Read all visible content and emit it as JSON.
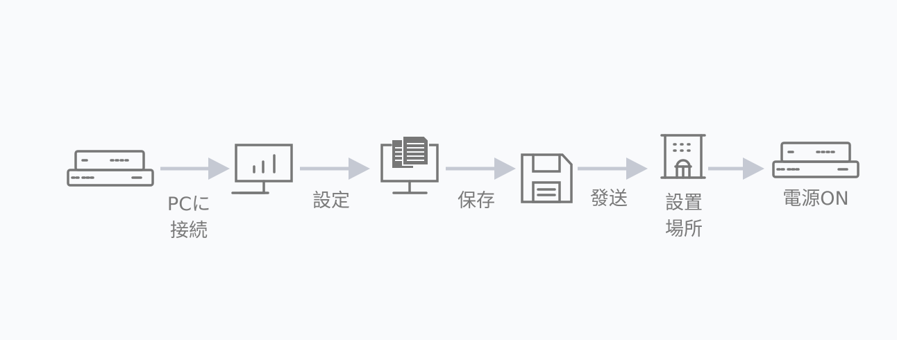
{
  "colors": {
    "icon": "#777777",
    "arrow": "#c5c9d3",
    "text": "#7a7a7a",
    "background": "#f9fafc"
  },
  "steps": [
    {
      "icon": "network-device-icon"
    },
    {
      "icon": "monitor-chart-icon"
    },
    {
      "icon": "monitor-documents-icon"
    },
    {
      "icon": "floppy-disk-icon"
    },
    {
      "icon": "building-icon"
    },
    {
      "icon": "network-device-icon"
    }
  ],
  "labels": {
    "connect": [
      "PCに",
      "接続"
    ],
    "configure": "設定",
    "save": "保存",
    "send": "發送",
    "location": [
      "設置",
      "場所"
    ],
    "power_on": "電源ON"
  }
}
